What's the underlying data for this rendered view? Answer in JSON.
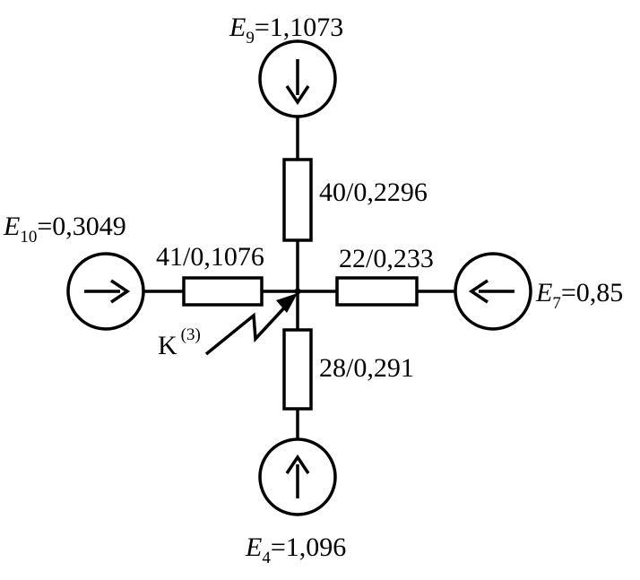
{
  "sources": {
    "e9": {
      "symbol": "E",
      "index": "9",
      "value": "=1,1073"
    },
    "e10": {
      "symbol": "E",
      "index": "10",
      "value": "=0,3049"
    },
    "e7": {
      "symbol": "E",
      "index": "7",
      "value": "=0,85"
    },
    "e4": {
      "symbol": "E",
      "index": "4",
      "value": "=1,096"
    }
  },
  "branches": {
    "top": {
      "label": "40/0,2296"
    },
    "left": {
      "label": "41/0,1076"
    },
    "right": {
      "label": "22/0,233"
    },
    "bottom": {
      "label": "28/0,291"
    }
  },
  "fault": {
    "symbol": "K",
    "superscript": "(3)"
  }
}
